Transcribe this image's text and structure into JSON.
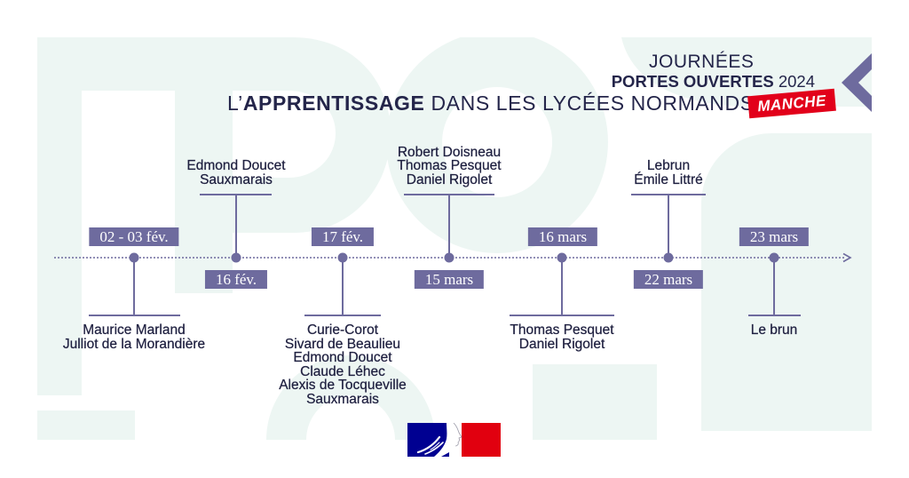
{
  "header": {
    "line1": "JOURNÉES",
    "line2_bold": "PORTES OUVERTES",
    "line2_year": "2024",
    "line3_prefix": "L’",
    "line3_bold": "APPRENTISSAGE",
    "line3_rest": "DANS LES LYCÉES NORMANDS",
    "badge": "MANCHE"
  },
  "timeline": {
    "events": [
      {
        "date": "02 - 03 fév.",
        "schools": [
          "Maurice Marland",
          "Julliot de la Morandière"
        ]
      },
      {
        "date": "16 fév.",
        "schools": [
          "Edmond Doucet",
          "Sauxmarais"
        ]
      },
      {
        "date": "17 fév.",
        "schools": [
          "Curie-Corot",
          "Sivard de Beaulieu",
          "Edmond Doucet",
          "Claude Léhec",
          "Alexis de Tocqueville",
          "Sauxmarais"
        ]
      },
      {
        "date": "15 mars",
        "schools": [
          "Robert Doisneau",
          "Thomas Pesquet",
          "Daniel Rigolet"
        ]
      },
      {
        "date": "16 mars",
        "schools": [
          "Thomas Pesquet",
          "Daniel Rigolet"
        ]
      },
      {
        "date": "22 mars",
        "schools": [
          "Lebrun",
          "Émile Littré"
        ]
      },
      {
        "date": "23 mars",
        "schools": [
          "Le brun"
        ]
      }
    ]
  },
  "colors": {
    "text": "#24254a",
    "timeline": "#6e6b9e",
    "badge": "#e2001a",
    "watermark": "#edf6f3",
    "logo_blue": "#000091",
    "logo_red": "#e1000f"
  },
  "icons": {
    "chevron": "chevron-left-icon",
    "timeline_arrow": "arrow-right-icon",
    "logo": "marianne-logo"
  }
}
